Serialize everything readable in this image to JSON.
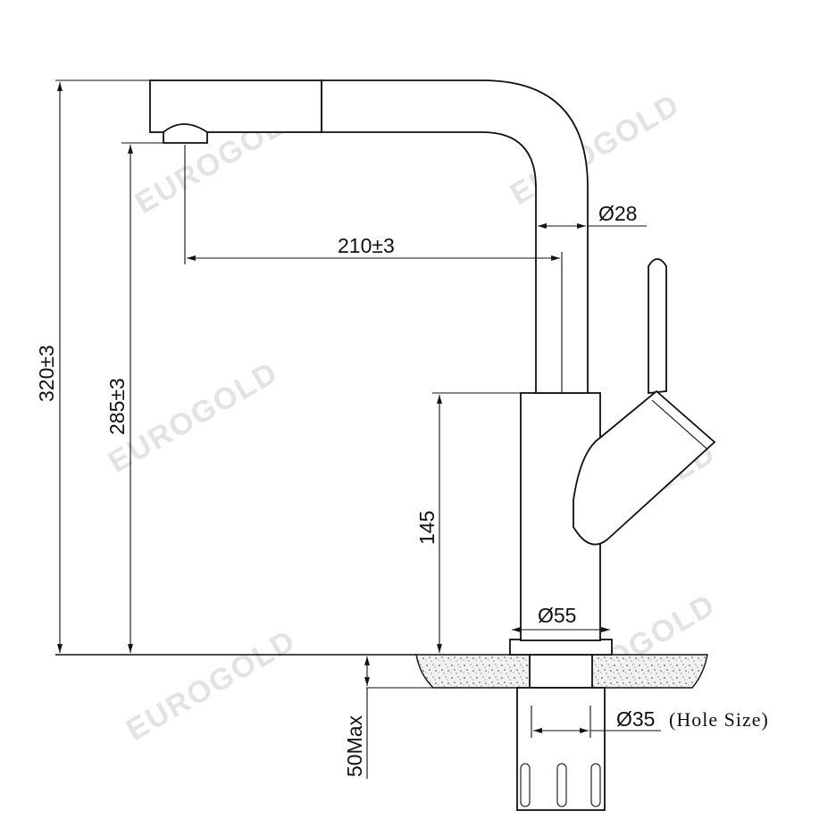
{
  "watermark": "EUROGOLD",
  "dimensions": {
    "total_height": "320±3",
    "spout_height": "285±3",
    "reach": "210±3",
    "pipe_diameter": "Ø28",
    "body_height": "145",
    "base_diameter": "Ø55",
    "mount_thickness": "50Max",
    "hole_diameter": "Ø35",
    "hole_note": "(Hole Size)"
  }
}
